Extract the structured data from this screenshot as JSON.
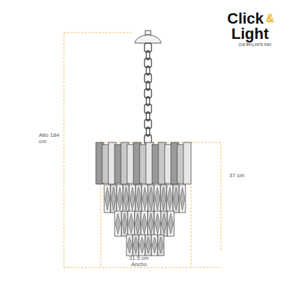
{
  "diagram": {
    "labels": [
      "Click",
      "&",
      "Light",
      "QUE BRILLANTE IDEA",
      "Alto 184 cm",
      "37 cm",
      "31.5 cm Ancho"
    ]
  }
}
